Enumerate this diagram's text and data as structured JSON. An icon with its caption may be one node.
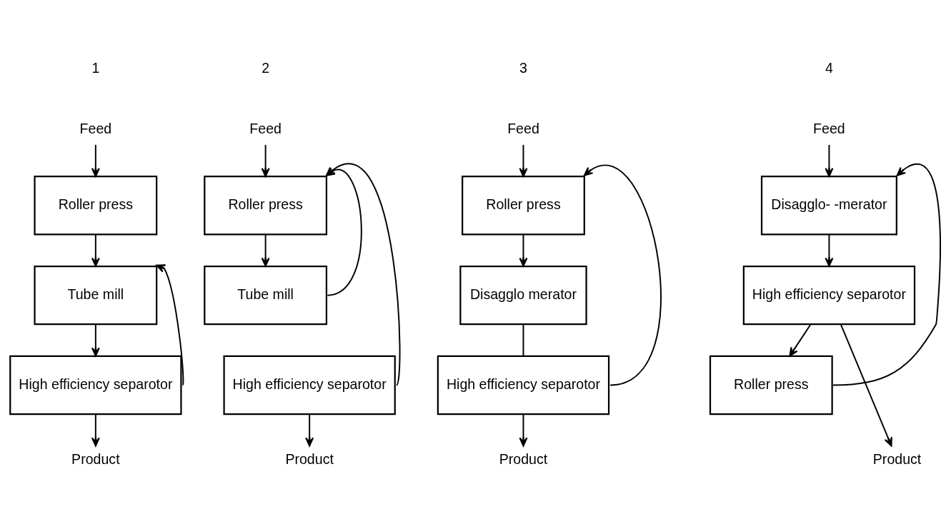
{
  "diagram": {
    "nodes": [
      {
        "text": [
          "Feed"
        ]
      },
      {
        "text": [
          "Roller press"
        ]
      },
      {
        "text": [
          "Tube mill"
        ]
      },
      {
        "text": [
          "High efficiency separotor"
        ]
      },
      {
        "text": [
          "Product"
        ]
      },
      {
        "text": [
          "Feed"
        ]
      },
      {
        "text": [
          "Roller press"
        ]
      },
      {
        "text": [
          "Tube mill"
        ]
      },
      {
        "text": [
          "High efficiency separotor"
        ]
      },
      {
        "text": [
          "Product"
        ]
      },
      {
        "text": [
          "Feed"
        ]
      },
      {
        "text": [
          "Roller press"
        ]
      },
      {
        "text": [
          "Disagglo merator"
        ]
      },
      {
        "text": [
          "High efficiency separotor"
        ]
      },
      {
        "text": [
          "Product"
        ]
      },
      {
        "text": [
          "Feed"
        ]
      },
      {
        "text": [
          "Disagglo- -merator"
        ]
      },
      {
        "text": [
          "High efficiency separotor"
        ]
      },
      {
        "text": [
          "Roller press"
        ]
      },
      {
        "text": [
          "Product"
        ]
      }
    ],
    "edges": [
      {
        "from": 0,
        "to": 1,
        "arrow": "to"
      },
      {
        "from": 1,
        "to": 2,
        "arrow": "to"
      },
      {
        "from": 2,
        "to": 3,
        "arrow": "to"
      },
      {
        "from": 3,
        "to": 2,
        "arrow": "to"
      },
      {
        "from": 3,
        "to": 4,
        "arrow": "to"
      },
      {
        "from": 5,
        "to": 6,
        "arrow": "to"
      },
      {
        "from": 6,
        "to": 7,
        "arrow": "to"
      },
      {
        "from": 7,
        "to": 6,
        "arrow": "to"
      },
      {
        "from": 8,
        "to": 6,
        "arrow": "to"
      },
      {
        "from": 8,
        "to": 9,
        "arrow": "to"
      },
      {
        "from": 10,
        "to": 11,
        "arrow": "to"
      },
      {
        "from": 11,
        "to": 12,
        "arrow": "to"
      },
      {
        "from": 12,
        "to": 13,
        "arrow": "none"
      },
      {
        "from": 13,
        "to": 11,
        "arrow": "to"
      },
      {
        "from": 13,
        "to": 14,
        "arrow": "to"
      },
      {
        "from": 15,
        "to": 16,
        "arrow": "to"
      },
      {
        "from": 16,
        "to": 17,
        "arrow": "to"
      },
      {
        "from": 17,
        "to": 18,
        "arrow": "to"
      },
      {
        "from": 18,
        "to": 16,
        "arrow": "to"
      },
      {
        "from": 17,
        "to": 19,
        "arrow": "to"
      }
    ],
    "labels": [
      "1",
      "2",
      "3",
      "4"
    ]
  }
}
